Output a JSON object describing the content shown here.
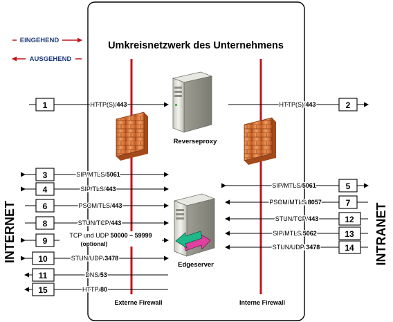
{
  "legend": {
    "inbound": "EINGEHEND",
    "outbound": "AUSGEHEND"
  },
  "title": "Umkreisnetzwerk des Unternehmens",
  "side_labels": {
    "left": "INTERNET",
    "right": "INTRANET"
  },
  "servers": {
    "reverse_proxy": "Reverseproxy",
    "edge_server": "Edgeserver"
  },
  "firewalls": {
    "external": "Externe Firewall",
    "internal": "Interne Firewall"
  },
  "colors": {
    "firewall_line": "#c0141c",
    "inbound_arrow": "#c0141c",
    "outbound_arrow": "#c0141c",
    "legend_text": "#1f3a7a",
    "perimeter_border": "#000000",
    "brick": "#e07a3a"
  },
  "connections": {
    "c1": {
      "num": "1",
      "proto": "HTTP(S)/",
      "port": "443"
    },
    "c2": {
      "num": "2",
      "proto": "HTTP(S)/",
      "port": "443"
    },
    "c3": {
      "num": "3",
      "proto": "SIP/MTLS/",
      "port": "5061"
    },
    "c4": {
      "num": "4",
      "proto": "SIP/TLS/",
      "port": "443"
    },
    "c5": {
      "num": "5",
      "proto": "SIP/MTLS/",
      "port": "5061"
    },
    "c6": {
      "num": "6",
      "proto": "PSOM/TLS/",
      "port": "443"
    },
    "c7": {
      "num": "7",
      "proto": "PSOM/MTLS/",
      "port": "8057"
    },
    "c8": {
      "num": "8",
      "proto": "STUN/TCP/",
      "port": "443"
    },
    "c9": {
      "num": "9",
      "proto": "TCP und UDP ",
      "port": "50000 – 59999",
      "note": "(optional)"
    },
    "c10": {
      "num": "10",
      "proto": "STUN/UDP/",
      "port": "3478"
    },
    "c11": {
      "num": "11",
      "proto": "DNS/",
      "port": "53"
    },
    "c12": {
      "num": "12",
      "proto": "STUN/TCP/",
      "port": "443"
    },
    "c13": {
      "num": "13",
      "proto": "SIP/MTLS/",
      "port": "5062"
    },
    "c14": {
      "num": "14",
      "proto": "STUN/UDP/",
      "port": "3478"
    },
    "c15": {
      "num": "15",
      "proto": "HTTP/",
      "port": "80"
    }
  }
}
